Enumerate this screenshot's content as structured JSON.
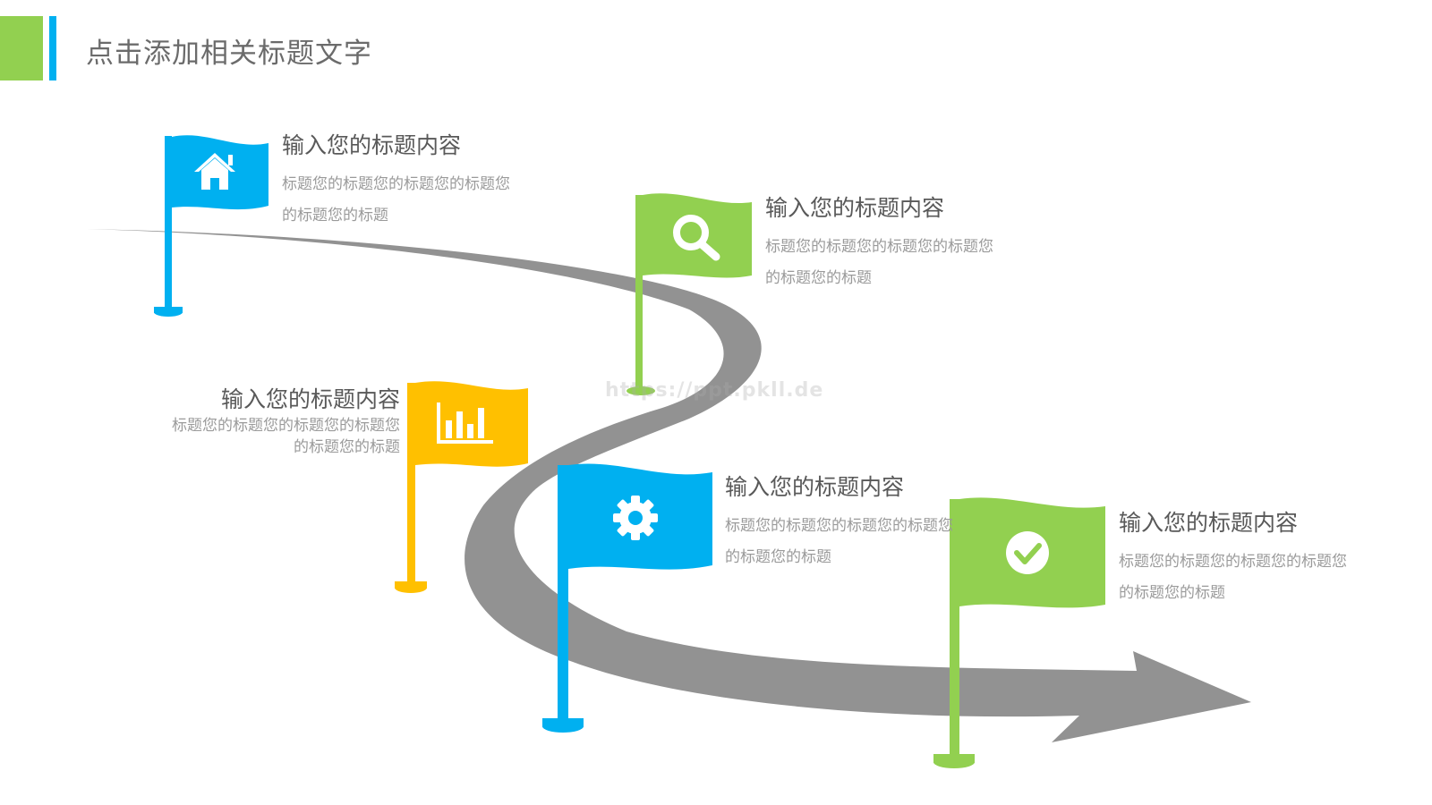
{
  "page": {
    "title": "点击添加相关标题文字",
    "watermark": "https://ppt.pkll.de"
  },
  "colors": {
    "accent_green": "#92d050",
    "accent_blue": "#00b0f0",
    "flag_blue": "#00b0f0",
    "flag_green": "#92d050",
    "flag_yellow": "#ffc000",
    "road": "#929292",
    "title_text": "#595959",
    "desc_text": "#9a9a9a"
  },
  "milestones": [
    {
      "title": "输入您的标题内容",
      "desc": "标题您的标题您的标题您的标题您的标题您的标题",
      "icon": "home-icon",
      "color": "#00b0f0"
    },
    {
      "title": "输入您的标题内容",
      "desc": "标题您的标题您的标题您的标题您的标题您的标题",
      "icon": "search-icon",
      "color": "#92d050"
    },
    {
      "title": "输入您的标题内容",
      "desc": "标题您的标题您的标题您的标题您的标题您的标题",
      "icon": "bar-chart-icon",
      "color": "#ffc000"
    },
    {
      "title": "输入您的标题内容",
      "desc": "标题您的标题您的标题您的标题您的标题您的标题",
      "icon": "gear-icon",
      "color": "#00b0f0"
    },
    {
      "title": "输入您的标题内容",
      "desc": "标题您的标题您的标题您的标题您的标题您的标题",
      "icon": "check-circle-icon",
      "color": "#92d050"
    }
  ]
}
